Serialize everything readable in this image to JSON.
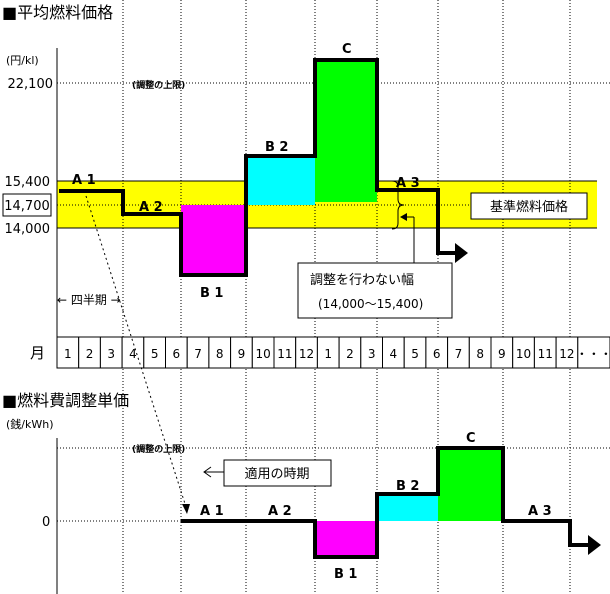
{
  "top": {
    "title": "■平均燃料価格",
    "unit": "(円/kl)",
    "y_labels": {
      "upper": "22,100",
      "high": "15,400",
      "base": "14,700",
      "low": "14,000"
    },
    "upper_limit_note": "(調整の上限)",
    "segments": {
      "a1": "A 1",
      "a2": "A 2",
      "b1": "B 1",
      "b2": "B 2",
      "c": "C",
      "a3": "A 3"
    },
    "base_price_label": "基準燃料価格",
    "no_adjust_label": "調整を行わない幅",
    "no_adjust_range": "(14,000〜15,400)",
    "quarter_label": "← 四半期 →"
  },
  "months": {
    "label": "月",
    "values": [
      "1",
      "2",
      "3",
      "4",
      "5",
      "6",
      "7",
      "8",
      "9",
      "10",
      "11",
      "12",
      "1",
      "2",
      "3",
      "4",
      "5",
      "6",
      "7",
      "8",
      "9",
      "10",
      "11",
      "12",
      "・・・"
    ]
  },
  "bottom": {
    "title": "■燃料費調整単価",
    "unit": "(銭/kWh)",
    "zero": "0",
    "upper_limit_note": "(調整の上限)",
    "apply_period_label": "適用の時期",
    "segments": {
      "a1": "A 1",
      "a2": "A 2",
      "b1": "B 1",
      "b2": "B 2",
      "c": "C",
      "a3": "A 3"
    }
  },
  "colors": {
    "band": "#ffff00",
    "b1": "#ff00ff",
    "b2": "#00ffff",
    "c": "#00ff00"
  }
}
